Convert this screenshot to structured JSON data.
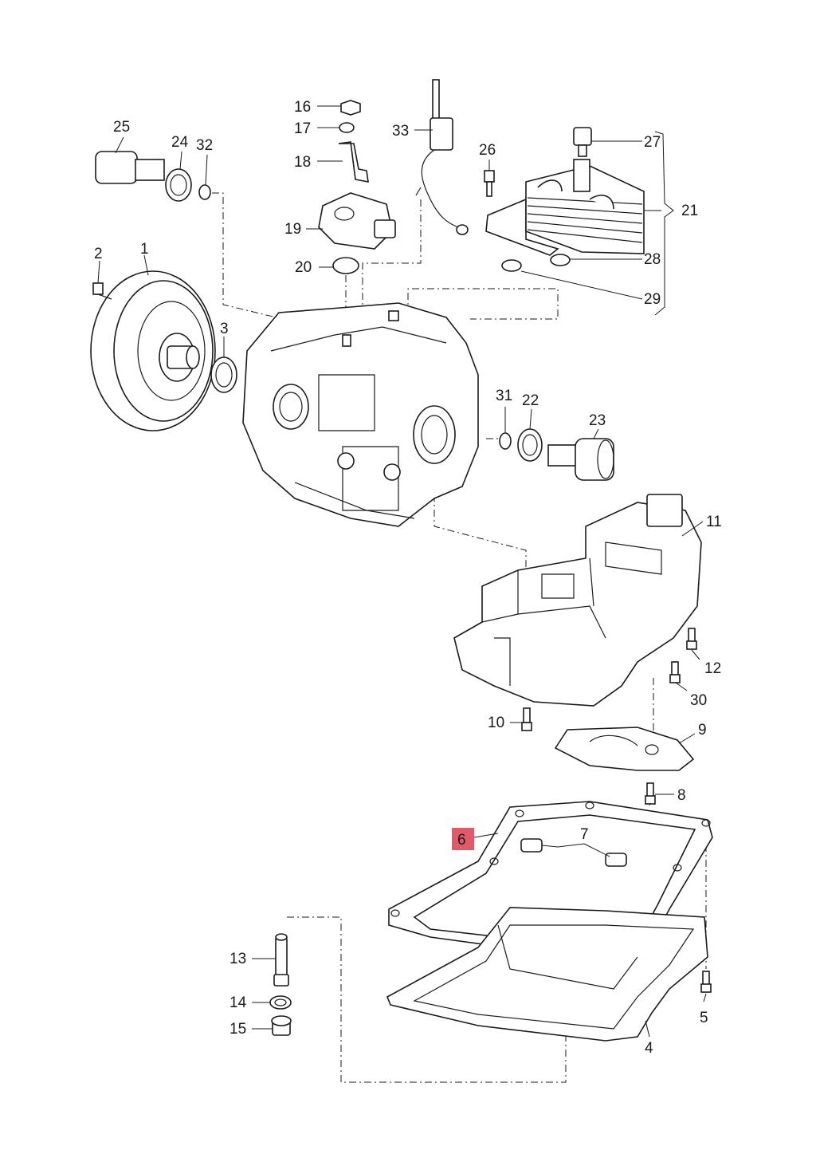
{
  "diagram": {
    "highlight_color": "#e05a6a",
    "line_color": "#1a1a1a",
    "highlighted_part": "6",
    "callouts": [
      "1",
      "2",
      "3",
      "4",
      "5",
      "6",
      "7",
      "8",
      "9",
      "10",
      "11",
      "12",
      "13",
      "14",
      "15",
      "16",
      "17",
      "18",
      "19",
      "20",
      "21",
      "22",
      "23",
      "24",
      "25",
      "26",
      "27",
      "28",
      "29",
      "30",
      "31",
      "32",
      "33"
    ]
  }
}
